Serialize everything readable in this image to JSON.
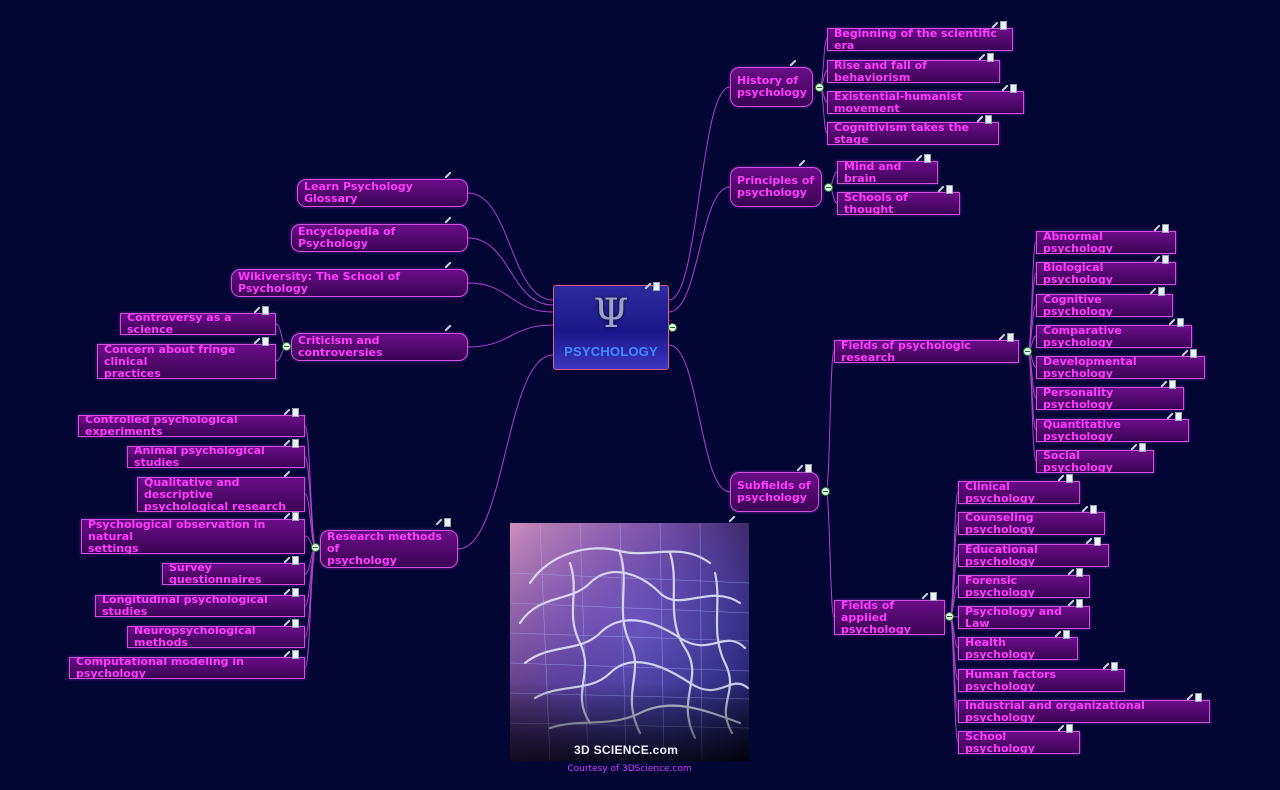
{
  "center": {
    "symbol": "Ψ",
    "title": "PSYCHOLOGY"
  },
  "left_resources": [
    "Learn Psychology Glossary",
    "Encyclopedia of Psychology",
    "Wikiversity: The School of Psychology"
  ],
  "criticism": {
    "label": "Criticism and controversies",
    "children": [
      "Controversy as a science",
      "Concern about fringe clinical\npractices"
    ]
  },
  "research": {
    "label": "Research methods of\npsychology",
    "children": [
      "Controlled psychological experiments",
      "Animal psychological studies",
      "Qualitative and descriptive\npsychological research",
      "Psychological observation in natural\nsettings",
      "Survey questionnaires",
      "Longitudinal psychological studies",
      "Neuropsychological methods",
      "Computational modeling in psychology"
    ]
  },
  "history": {
    "label": "History of\npsychology",
    "children": [
      "Beginning of the scientific era",
      "Rise and fall of behaviorism",
      "Existential-humanist movement",
      "Cognitivism takes the stage"
    ]
  },
  "principles": {
    "label": "Principles of\npsychology",
    "children": [
      "Mind and brain",
      "Schools of thought"
    ]
  },
  "subfields": {
    "label": "Subfields of\npsychology",
    "research_fields": {
      "label": "Fields of psychologic research",
      "children": [
        "Abnormal psychology",
        "Biological psychology",
        "Cognitive psychology",
        "Comparative psychology",
        "Developmental psychology",
        "Personality psychology",
        "Quantitative psychology",
        "Social psychology"
      ]
    },
    "applied_fields": {
      "label": "Fields of applied\npsychology",
      "children": [
        "Clinical psychology",
        "Counseling psychology",
        "Educational psychology",
        "Forensic psychology",
        "Psychology and Law",
        "Health psychology",
        "Human factors psychology",
        "Industrial and organizational psychology",
        "School psychology"
      ]
    }
  },
  "image": {
    "watermark": "3D SCIENCE.com",
    "credit": "Courtesy of 3DScience.com"
  },
  "colors": {
    "background": "#030535",
    "node_text": "#ff3cff",
    "node_border": "#d24fe0",
    "link": "#b23fd0",
    "center_title": "#3d8cff"
  }
}
